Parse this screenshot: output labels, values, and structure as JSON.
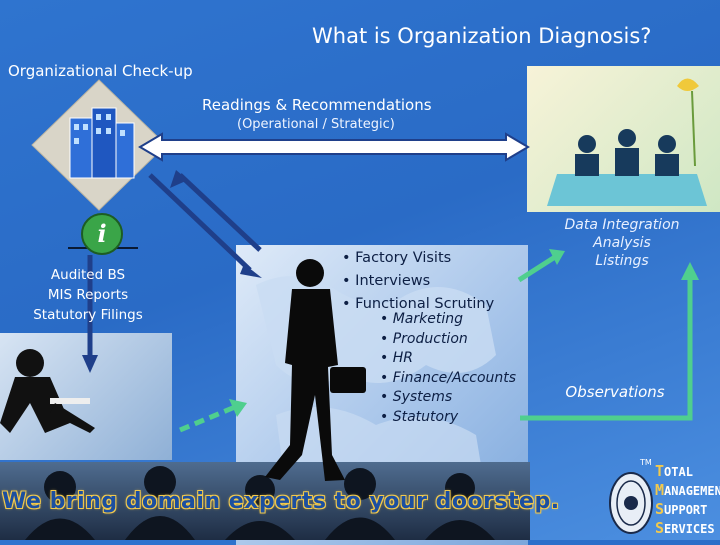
{
  "title": "What is Organization Diagnosis?",
  "checkup_label": "Organizational Check-up",
  "readings": {
    "heading": "Readings & Recommendations",
    "sub": "(Operational / Strategic)"
  },
  "left_block": [
    "Audited BS",
    "MIS Reports",
    "Statutory Filings"
  ],
  "right_block": {
    "data": [
      "Data Integration",
      "Analysis",
      "Listings"
    ],
    "observations": "Observations"
  },
  "center_bullets": [
    "Factory Visits",
    "Interviews",
    "Functional Scrutiny"
  ],
  "functional_items": [
    "Marketing",
    "Production",
    "HR",
    "Finance/Accounts",
    "Systems",
    "Statutory"
  ],
  "tagline": "We bring domain experts to your doorstep.",
  "logo": {
    "tm": "TM",
    "words": [
      {
        "first": "T",
        "rest": "OTAL"
      },
      {
        "first": "M",
        "rest": "ANAGEMENT"
      },
      {
        "first": "S",
        "rest": "UPPORT"
      },
      {
        "first": "S",
        "rest": "ERVICES"
      }
    ]
  },
  "colors": {
    "background": "#2f74cf",
    "tagline_outline": "#f2c94c",
    "tagline_fill": "#1c4fa0",
    "arrow_green": "#4fcf8e",
    "arrow_blue": "#1f3f8a"
  }
}
